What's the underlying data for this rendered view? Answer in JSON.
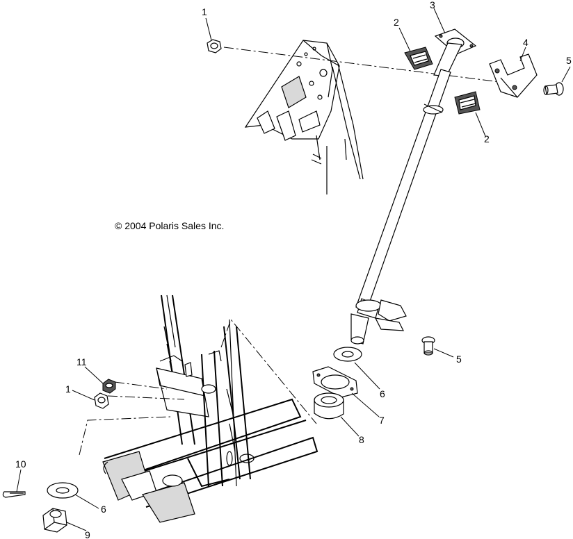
{
  "copyright": "© 2004 Polaris Sales Inc.",
  "callouts": [
    {
      "id": "c1a",
      "label": "1"
    },
    {
      "id": "c2a",
      "label": "2"
    },
    {
      "id": "c3",
      "label": "3"
    },
    {
      "id": "c4",
      "label": "4"
    },
    {
      "id": "c5a",
      "label": "5"
    },
    {
      "id": "c2b",
      "label": "2"
    },
    {
      "id": "c5b",
      "label": "5"
    },
    {
      "id": "c6a",
      "label": "6"
    },
    {
      "id": "c7",
      "label": "7"
    },
    {
      "id": "c8",
      "label": "8"
    },
    {
      "id": "c11",
      "label": "11"
    },
    {
      "id": "c1b",
      "label": "1"
    },
    {
      "id": "c10",
      "label": "10"
    },
    {
      "id": "c6b",
      "label": "6"
    },
    {
      "id": "c9",
      "label": "9"
    }
  ]
}
